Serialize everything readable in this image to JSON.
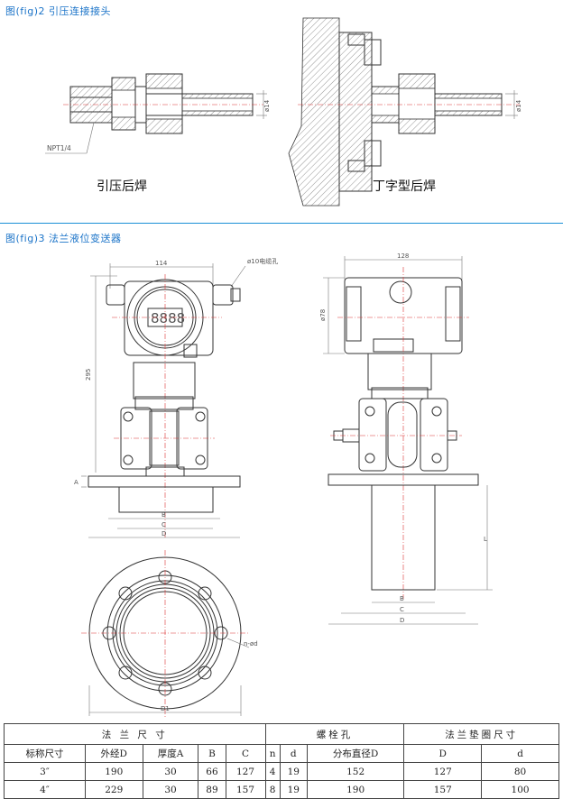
{
  "fig2": {
    "title": "图(fig)2  引压连接接头",
    "dim_left": "ø14",
    "dim_right": "ø14",
    "npt_label": "NPT1/4",
    "caption_left": "引压后焊",
    "caption_right": "丁字型后焊"
  },
  "fig3": {
    "title": "图(fig)3  法兰液位变送器",
    "front": {
      "width_dim": "114",
      "hole_label": "ø10电缆孔",
      "height_dim": "295",
      "dim_a": "A",
      "dim_b": "B",
      "dim_c": "C",
      "dim_d": "D",
      "display": "8888"
    },
    "side": {
      "width_dim": "128",
      "dia_dim": "ø78",
      "dim_l": "L",
      "dim_b": "B",
      "dim_c": "C",
      "dim_d": "D"
    },
    "bottom": {
      "d1_label": "D1",
      "holes_label": "n-ød"
    }
  },
  "table": {
    "group_flange": "法  兰  尺  寸",
    "group_bolt": "螺栓孔",
    "group_gasket": "法兰垫圈尺寸",
    "headers": [
      "标称尺寸",
      "外经D",
      "厚度A",
      "B",
      "C",
      "n",
      "d",
      "分布直径D",
      "D",
      "d"
    ],
    "rows": [
      [
        "3″",
        "190",
        "30",
        "66",
        "127",
        "4",
        "19",
        "152",
        "127",
        "80"
      ],
      [
        "4″",
        "229",
        "30",
        "89",
        "157",
        "8",
        "19",
        "190",
        "157",
        "100"
      ]
    ]
  }
}
